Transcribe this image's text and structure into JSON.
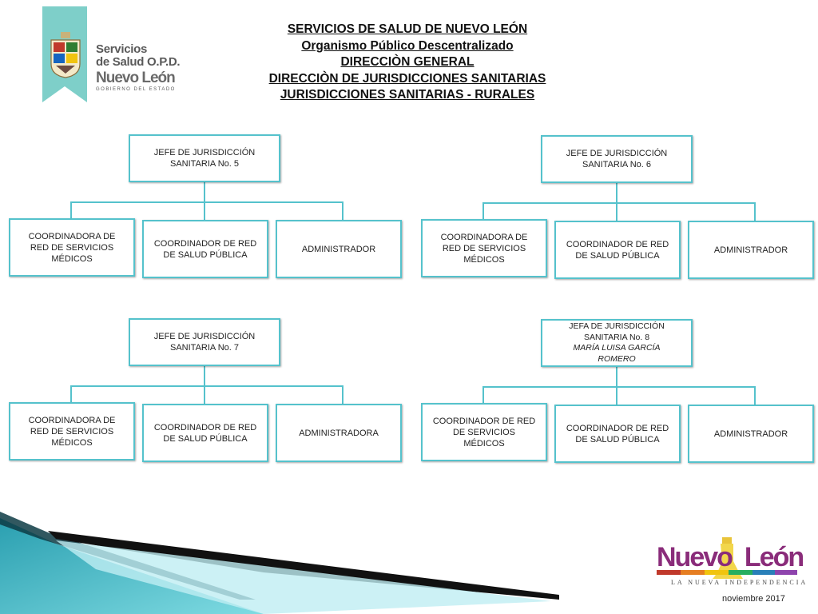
{
  "header": {
    "logo": {
      "line1": "Servicios",
      "line2": "de Salud O.P.D.",
      "line3": "Nuevo León",
      "line4": "GOBIERNO DEL ESTADO"
    },
    "title_lines": [
      "SERVICIOS DE SALUD DE NUEVO LEÓN",
      "Organismo Público Descentralizado",
      "DIRECCIÒN GENERAL",
      "DIRECCIÒN DE JURISDICCIONES SANITARIAS",
      "JURISDICCIONES SANITARIAS - RURALES"
    ]
  },
  "org_charts": [
    {
      "head": {
        "line1": "JEFE DE JURISDICCIÓN",
        "line2": "SANITARIA No. 5",
        "name1": "",
        "name2": ""
      },
      "children": [
        {
          "line1": "COORDINADORA DE",
          "line2": "RED DE SERVICIOS",
          "line3": "MÉDICOS"
        },
        {
          "line1": "COORDINADOR DE RED",
          "line2": "DE SALUD PÚBLICA",
          "line3": ""
        },
        {
          "line1": "ADMINISTRADOR",
          "line2": "",
          "line3": ""
        }
      ]
    },
    {
      "head": {
        "line1": "JEFE DE JURISDICCIÓN",
        "line2": "SANITARIA No. 6",
        "name1": "",
        "name2": ""
      },
      "children": [
        {
          "line1": "COORDINADORA DE",
          "line2": "RED DE SERVICIOS",
          "line3": "MÉDICOS"
        },
        {
          "line1": "COORDINADOR DE RED",
          "line2": "DE SALUD PÚBLICA",
          "line3": ""
        },
        {
          "line1": "ADMINISTRADOR",
          "line2": "",
          "line3": ""
        }
      ]
    },
    {
      "head": {
        "line1": "JEFE DE JURISDICCIÓN",
        "line2": "SANITARIA No. 7",
        "name1": "",
        "name2": ""
      },
      "children": [
        {
          "line1": "COORDINADORA DE",
          "line2": "RED DE SERVICIOS",
          "line3": "MÉDICOS"
        },
        {
          "line1": "COORDINADOR DE RED",
          "line2": "DE SALUD PÚBLICA",
          "line3": ""
        },
        {
          "line1": "ADMINISTRADORA",
          "line2": "",
          "line3": ""
        }
      ]
    },
    {
      "head": {
        "line1": "JEFA DE JURISDICCIÓN",
        "line2": "SANITARIA No. 8",
        "name1": "MARÍA LUISA GARCÍA",
        "name2": "ROMERO"
      },
      "children": [
        {
          "line1": "COORDINADOR DE RED",
          "line2": "DE SERVICIOS",
          "line3": "MÉDICOS"
        },
        {
          "line1": "COORDINADOR DE RED",
          "line2": "DE SALUD PÚBLICA",
          "line3": ""
        },
        {
          "line1": "ADMINISTRADOR",
          "line2": "",
          "line3": ""
        }
      ]
    }
  ],
  "footer": {
    "brand_part1": "Nuevo",
    "brand_part2": "León",
    "tagline": "LA NUEVA INDEPENDENCIA",
    "date": "noviembre 2017"
  },
  "colors": {
    "box_border": "#55c2cc",
    "ribbon": "#7ecfc9",
    "brand_purple": "#8a2c7a"
  }
}
